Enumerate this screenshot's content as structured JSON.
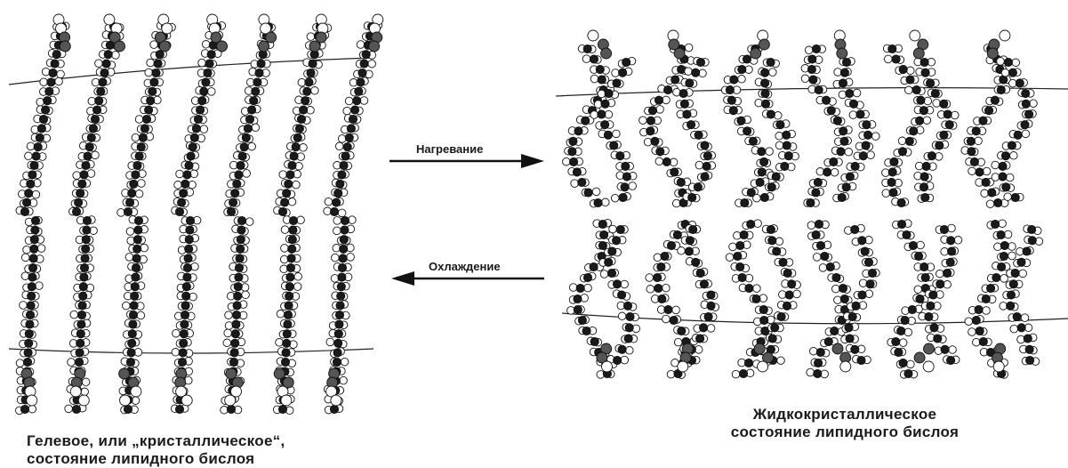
{
  "arrows": {
    "heating": "Нагревание",
    "cooling": "Охлаждение"
  },
  "panels": {
    "gel": {
      "caption_line1": "Гелевое, или „кристаллическое“,",
      "caption_line2": "состояние липидного бислоя"
    },
    "liquid_crystal": {
      "caption_line1": "Жидкокристаллическое",
      "caption_line2": "состояние липидного бислоя"
    }
  },
  "colors": {
    "chain_dark": "#1a1a1a",
    "atom_light": "#ffffff",
    "headgroup": "#555555"
  }
}
